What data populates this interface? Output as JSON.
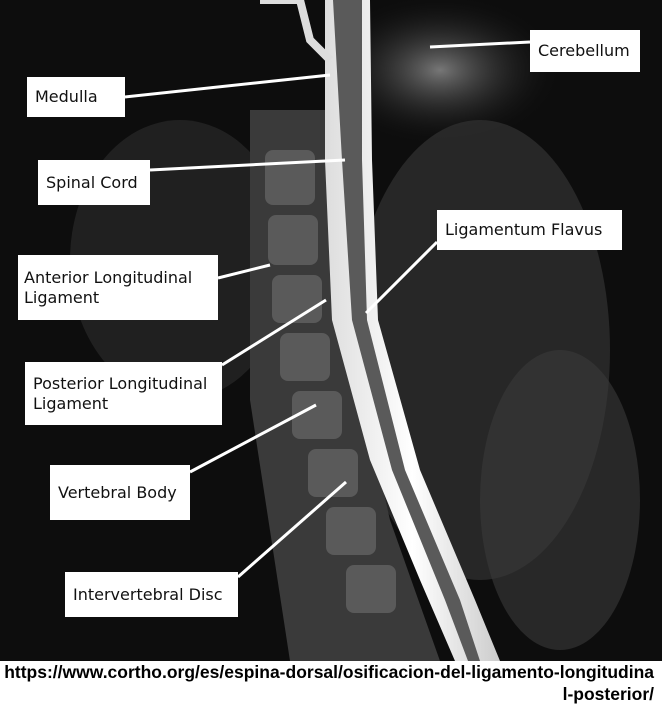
{
  "labels": {
    "cerebellum": "Cerebellum",
    "medulla": "Medulla",
    "spinal_cord": "Spinal Cord",
    "ligamentum_flavus": "Ligamentum Flavus",
    "anterior_longitudinal_ligament": "Anterior Longitudinal Ligament",
    "posterior_longitudinal_ligament": "Posterior Longitudinal Ligament",
    "vertebral_body": "Vertebral Body",
    "intervertebral_disc": "Intervertebral Disc"
  },
  "source_url": "https://www.cortho.org/es/espina-dorsal/osificacion-del-ligamento-longitudinal-posterior/"
}
